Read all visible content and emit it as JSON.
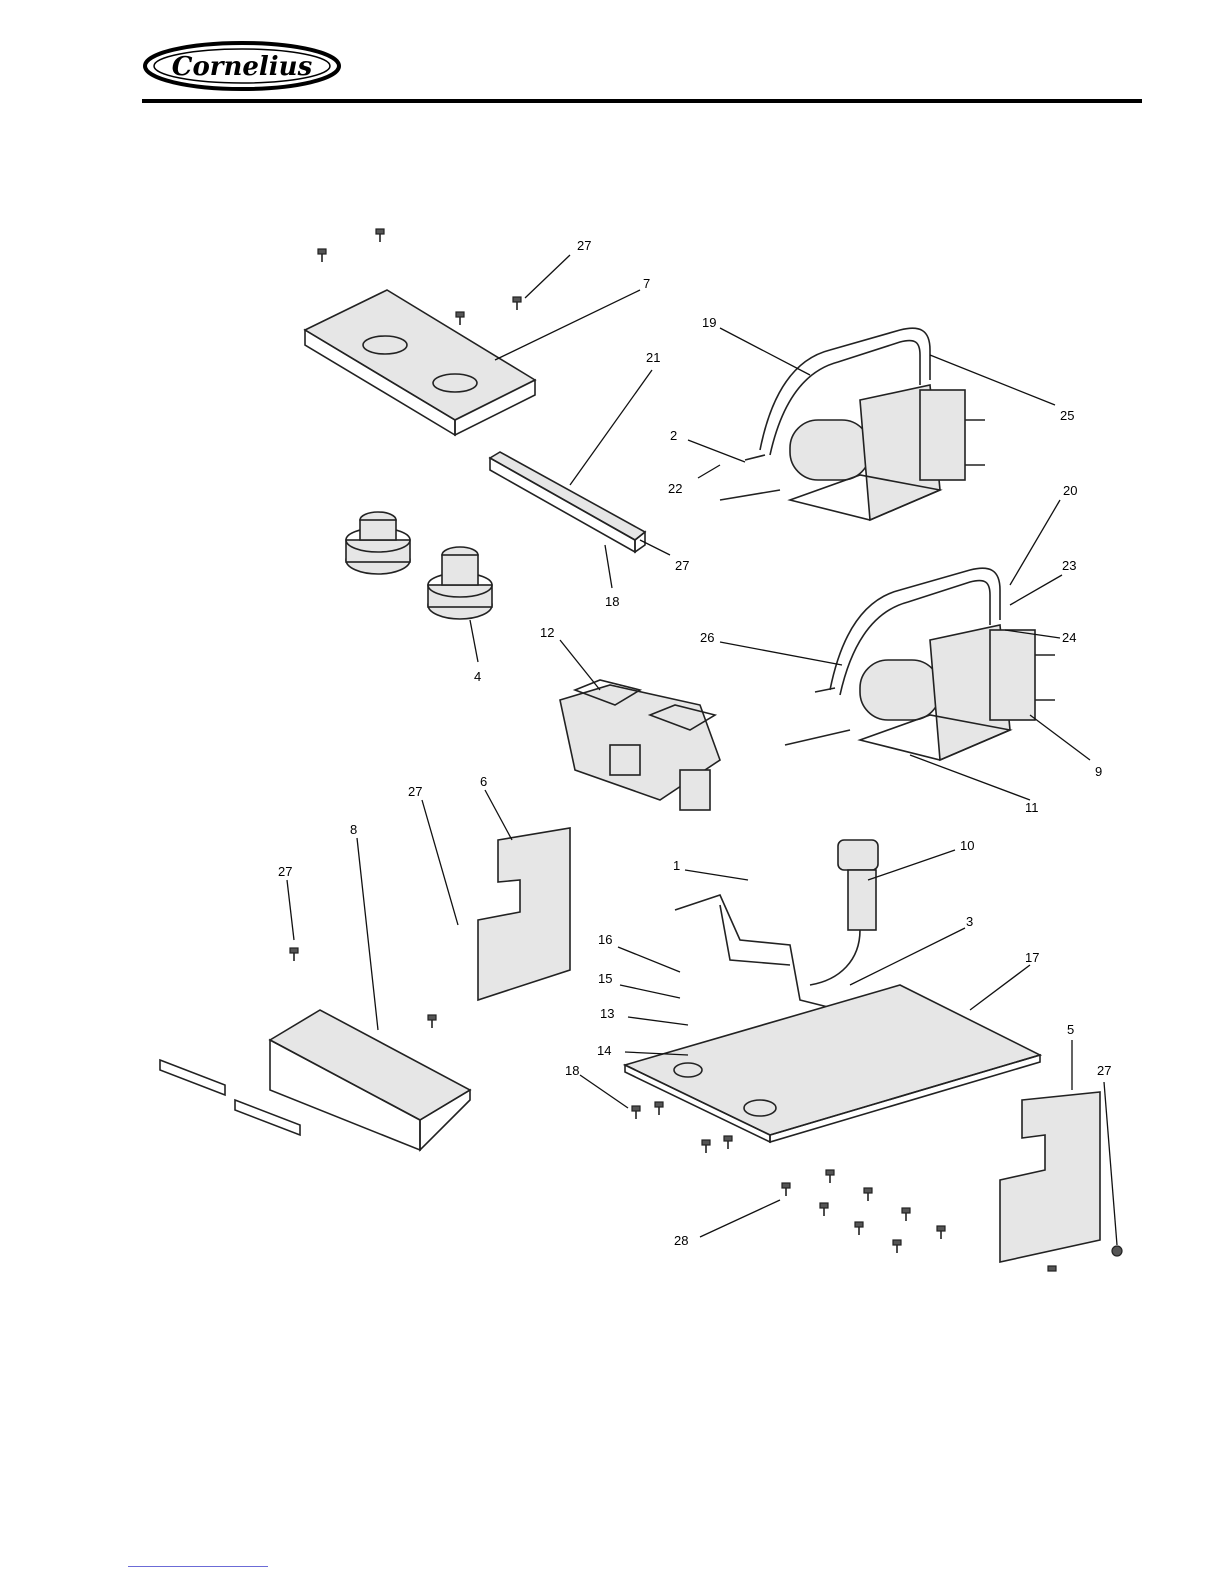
{
  "header": {
    "brand": "Cornelius"
  },
  "callouts": [
    {
      "id": "c27a",
      "text": "27"
    },
    {
      "id": "c7",
      "text": "7"
    },
    {
      "id": "c19",
      "text": "19"
    },
    {
      "id": "c21",
      "text": "21"
    },
    {
      "id": "c25",
      "text": "25"
    },
    {
      "id": "c2",
      "text": "2"
    },
    {
      "id": "c22",
      "text": "22"
    },
    {
      "id": "c20",
      "text": "20"
    },
    {
      "id": "c27b",
      "text": "27"
    },
    {
      "id": "c18a",
      "text": "18"
    },
    {
      "id": "c23",
      "text": "23"
    },
    {
      "id": "c4",
      "text": "4"
    },
    {
      "id": "c12",
      "text": "12"
    },
    {
      "id": "c26",
      "text": "26"
    },
    {
      "id": "c24",
      "text": "24"
    },
    {
      "id": "c9",
      "text": "9"
    },
    {
      "id": "c11",
      "text": "11"
    },
    {
      "id": "c6",
      "text": "6"
    },
    {
      "id": "c27c",
      "text": "27"
    },
    {
      "id": "c8",
      "text": "8"
    },
    {
      "id": "c27d",
      "text": "27"
    },
    {
      "id": "c10",
      "text": "10"
    },
    {
      "id": "c1",
      "text": "1"
    },
    {
      "id": "c3",
      "text": "3"
    },
    {
      "id": "c16",
      "text": "16"
    },
    {
      "id": "c17",
      "text": "17"
    },
    {
      "id": "c15",
      "text": "15"
    },
    {
      "id": "c13",
      "text": "13"
    },
    {
      "id": "c14",
      "text": "14"
    },
    {
      "id": "c5",
      "text": "5"
    },
    {
      "id": "c18b",
      "text": "18"
    },
    {
      "id": "c27e",
      "text": "27"
    },
    {
      "id": "c28",
      "text": "28"
    }
  ]
}
